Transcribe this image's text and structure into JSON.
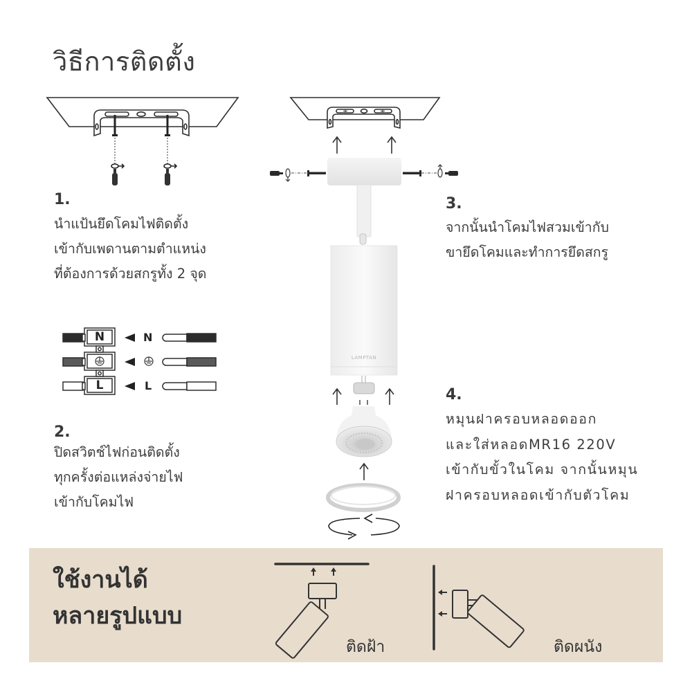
{
  "page": {
    "title": "วิธีการติดตั้ง"
  },
  "steps": [
    {
      "number": "1.",
      "text": "นำแป้นยึดโคมไฟติดตั้ง\nเข้ากับเพดานตามตำแหน่ง\nที่ต้องการด้วยสกรูทั้ง 2 จุด"
    },
    {
      "number": "2.",
      "text": "ปิดสวิตช์ไฟก่อนติดตั้ง\nทุกครั้งต่อแหล่งจ่ายไฟ\nเข้ากับโคมไฟ"
    },
    {
      "number": "3.",
      "text": "จากนั้นนำโคมไฟสวมเข้ากับ\nขายึดโคมและทำการยึดสกรู"
    },
    {
      "number": "4.",
      "text": "หมุนฝาครอบหลอดออก\nและใส่หลอดMR16  220V\nเข้ากับขั้วในโคม จากนั้นหมุน\nฝาครอบหลอดเข้ากับตัวโคม"
    }
  ],
  "wiring": {
    "terminals": [
      {
        "label": "N",
        "wire_color": "#2b2b2b"
      },
      {
        "label": "⏚",
        "wire_color": "#5a5a5a"
      },
      {
        "label": "L",
        "wire_color": "#ffffff"
      }
    ]
  },
  "product": {
    "brand": "LAMPTAN"
  },
  "usage_panel": {
    "title": "ใช้งานได้\nหลายรูปแบบ",
    "ceiling_label": "ติดฝ้า",
    "wall_label": "ติดผนัง",
    "background_color": "#e8ddcd"
  },
  "colors": {
    "text": "#3d3d3d",
    "line": "#2e2e2e"
  }
}
